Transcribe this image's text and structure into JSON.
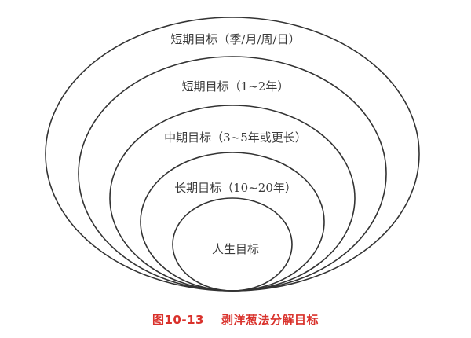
{
  "diagram": {
    "type": "nested-ellipses",
    "stroke_color": "#333333",
    "layers": [
      {
        "label": "短期目标（季/月/周/日）"
      },
      {
        "label": "短期目标（1~2年）"
      },
      {
        "label": "中期目标（3~5年或更长）"
      },
      {
        "label": "长期目标（10~20年）"
      },
      {
        "label": "人生目标"
      }
    ]
  },
  "caption": {
    "figure_number": "图10-13",
    "title": "剥洋葱法分解目标",
    "color": "#d9312b"
  }
}
